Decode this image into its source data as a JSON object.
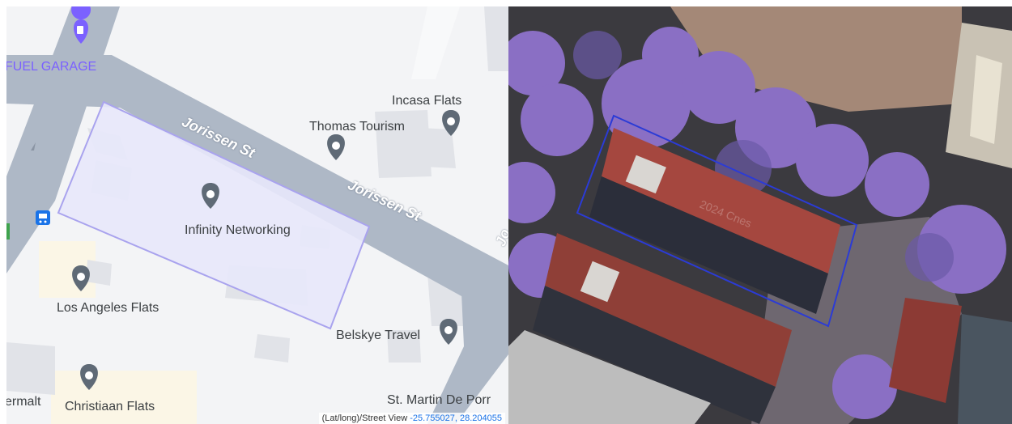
{
  "map": {
    "streets": {
      "main": "Jorissen St",
      "main_repeat": "Jorissen St",
      "edge_fragment": "Jo"
    },
    "places": {
      "fuel": "FUEL GARAGE",
      "incasa": "Incasa Flats",
      "thomas": "Thomas Tourism",
      "infinity": "Infinity Networking",
      "los_angeles": "Los Angeles Flats",
      "belskye": "Belskye Travel",
      "christiaan": "Christiaan Flats",
      "st_martin": "St. Martin De Porr",
      "edge_left": "ermalt"
    },
    "coords_prefix": "(Lat/long)/Street View ",
    "coords_value": "-25.755027, 28.204055"
  },
  "satellite": {
    "watermark": "2024 Cnes"
  },
  "colors": {
    "map_bg": "#f3f4f6",
    "road": "#aeb8c6",
    "building": "#e1e3e8",
    "highlight_fill": "#e8e8fb",
    "highlight_stroke": "#a9a3ee",
    "pin": "#5f6a76",
    "fuel_pin": "#7b61ff",
    "transit": "#1a73e8",
    "roof_red": "#a5473f",
    "jacaranda": "#8a6fc4",
    "outline_blue": "#2b3bd6"
  }
}
